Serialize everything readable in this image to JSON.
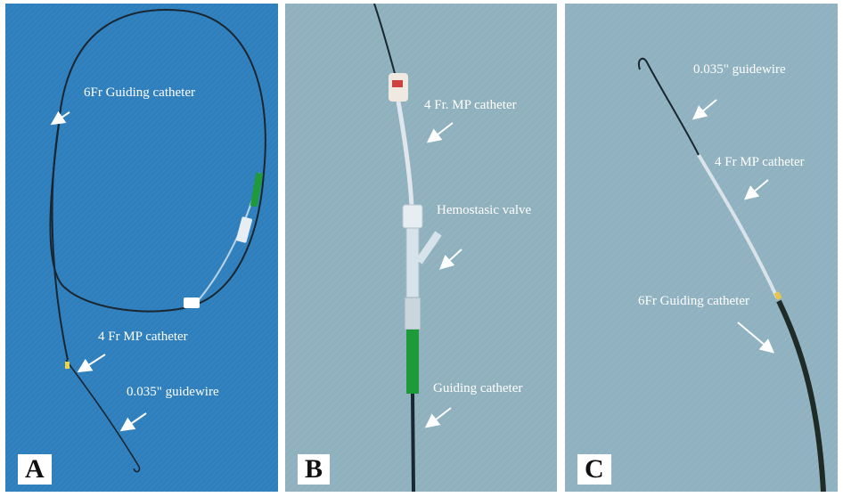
{
  "panels": [
    {
      "letter": "A",
      "labels": {
        "guiding": "6Fr Guiding catheter",
        "mp": "4 Fr MP catheter",
        "wire": "0.035\" guidewire"
      }
    },
    {
      "letter": "B",
      "labels": {
        "mp": "4 Fr. MP catheter",
        "valve": "Hemostasic valve",
        "guiding": "Guiding catheter"
      }
    },
    {
      "letter": "C",
      "labels": {
        "wire": "0.035\" guidewire",
        "mp": "4 Fr MP catheter",
        "guiding": "6Fr Guiding catheter"
      }
    }
  ],
  "colors": {
    "drape_a": "#2f7fbd",
    "drape_b": "#8fb0bd",
    "drape_c": "#8fb1c0",
    "label_text": "#ffffff",
    "arrow": "#ffffff",
    "hub_green": "#1e9a3a"
  }
}
